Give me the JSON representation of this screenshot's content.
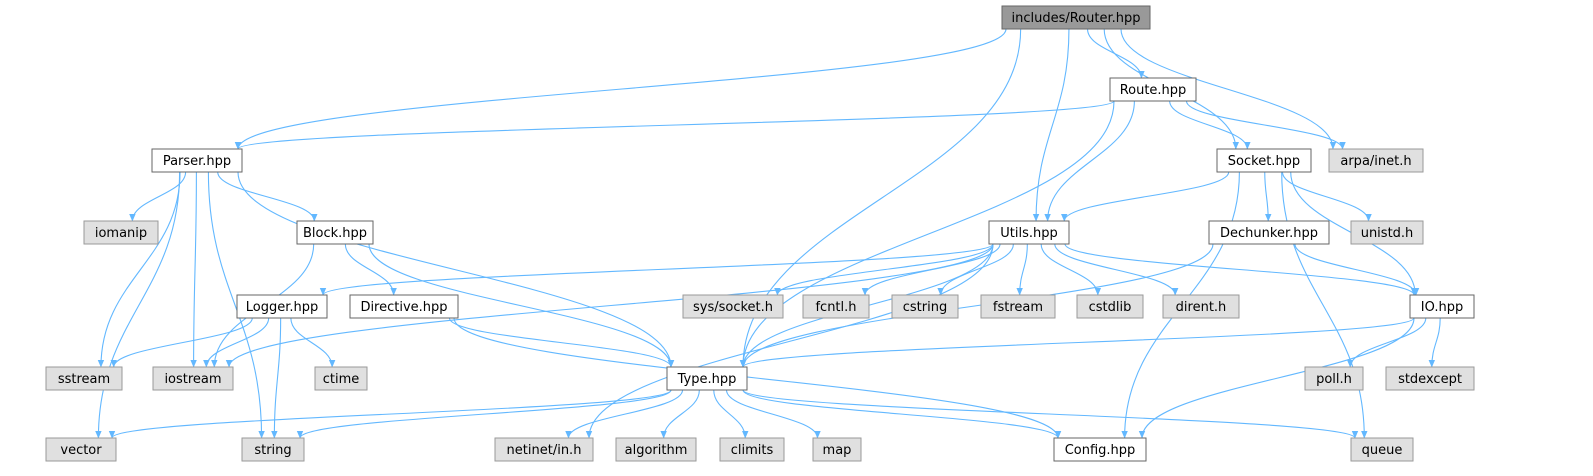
{
  "colors": {
    "root_fill": "#999999",
    "root_stroke": "#666666",
    "local_fill": "#ffffff",
    "local_stroke": "#666666",
    "system_fill": "#e0e0e0",
    "system_stroke": "#999999",
    "edge": "#63b8ff"
  },
  "nodes": [
    {
      "id": "router",
      "label": "includes/Router.hpp",
      "kind": "root"
    },
    {
      "id": "route",
      "label": "Route.hpp",
      "kind": "local"
    },
    {
      "id": "parser",
      "label": "Parser.hpp",
      "kind": "local"
    },
    {
      "id": "socket",
      "label": "Socket.hpp",
      "kind": "local"
    },
    {
      "id": "arpa",
      "label": "arpa/inet.h",
      "kind": "system"
    },
    {
      "id": "iomanip",
      "label": "iomanip",
      "kind": "system"
    },
    {
      "id": "block",
      "label": "Block.hpp",
      "kind": "local"
    },
    {
      "id": "utils",
      "label": "Utils.hpp",
      "kind": "local"
    },
    {
      "id": "dechunker",
      "label": "Dechunker.hpp",
      "kind": "local"
    },
    {
      "id": "unistd",
      "label": "unistd.h",
      "kind": "system"
    },
    {
      "id": "logger",
      "label": "Logger.hpp",
      "kind": "local"
    },
    {
      "id": "directive",
      "label": "Directive.hpp",
      "kind": "local"
    },
    {
      "id": "syssocket",
      "label": "sys/socket.h",
      "kind": "system"
    },
    {
      "id": "fcntl",
      "label": "fcntl.h",
      "kind": "system"
    },
    {
      "id": "cstring",
      "label": "cstring",
      "kind": "system"
    },
    {
      "id": "fstream",
      "label": "fstream",
      "kind": "system"
    },
    {
      "id": "cstdlib",
      "label": "cstdlib",
      "kind": "system"
    },
    {
      "id": "dirent",
      "label": "dirent.h",
      "kind": "system"
    },
    {
      "id": "io",
      "label": "IO.hpp",
      "kind": "local"
    },
    {
      "id": "sstream",
      "label": "sstream",
      "kind": "system"
    },
    {
      "id": "iostream",
      "label": "iostream",
      "kind": "system"
    },
    {
      "id": "ctime",
      "label": "ctime",
      "kind": "system"
    },
    {
      "id": "type",
      "label": "Type.hpp",
      "kind": "local"
    },
    {
      "id": "poll",
      "label": "poll.h",
      "kind": "system"
    },
    {
      "id": "stdexcept",
      "label": "stdexcept",
      "kind": "system"
    },
    {
      "id": "vector",
      "label": "vector",
      "kind": "system"
    },
    {
      "id": "string",
      "label": "string",
      "kind": "system"
    },
    {
      "id": "netinet",
      "label": "netinet/in.h",
      "kind": "system"
    },
    {
      "id": "algorithm",
      "label": "algorithm",
      "kind": "system"
    },
    {
      "id": "climits",
      "label": "climits",
      "kind": "system"
    },
    {
      "id": "map",
      "label": "map",
      "kind": "system"
    },
    {
      "id": "config",
      "label": "Config.hpp",
      "kind": "local"
    },
    {
      "id": "queue",
      "label": "queue",
      "kind": "system"
    }
  ],
  "edges": [
    {
      "from": "router",
      "to": "route"
    },
    {
      "from": "router",
      "to": "parser"
    },
    {
      "from": "router",
      "to": "socket"
    },
    {
      "from": "router",
      "to": "arpa"
    },
    {
      "from": "router",
      "to": "utils"
    },
    {
      "from": "router",
      "to": "type"
    },
    {
      "from": "route",
      "to": "parser"
    },
    {
      "from": "route",
      "to": "socket"
    },
    {
      "from": "route",
      "to": "arpa"
    },
    {
      "from": "route",
      "to": "utils"
    },
    {
      "from": "route",
      "to": "type"
    },
    {
      "from": "parser",
      "to": "iomanip"
    },
    {
      "from": "parser",
      "to": "block"
    },
    {
      "from": "parser",
      "to": "type"
    },
    {
      "from": "parser",
      "to": "sstream"
    },
    {
      "from": "parser",
      "to": "iostream"
    },
    {
      "from": "parser",
      "to": "vector"
    },
    {
      "from": "parser",
      "to": "string"
    },
    {
      "from": "socket",
      "to": "utils"
    },
    {
      "from": "socket",
      "to": "dechunker"
    },
    {
      "from": "socket",
      "to": "unistd"
    },
    {
      "from": "socket",
      "to": "io"
    },
    {
      "from": "socket",
      "to": "config"
    },
    {
      "from": "socket",
      "to": "queue"
    },
    {
      "from": "block",
      "to": "directive"
    },
    {
      "from": "block",
      "to": "iostream"
    },
    {
      "from": "block",
      "to": "type"
    },
    {
      "from": "utils",
      "to": "logger"
    },
    {
      "from": "utils",
      "to": "iostream"
    },
    {
      "from": "utils",
      "to": "syssocket"
    },
    {
      "from": "utils",
      "to": "fcntl"
    },
    {
      "from": "utils",
      "to": "cstring"
    },
    {
      "from": "utils",
      "to": "fstream"
    },
    {
      "from": "utils",
      "to": "cstdlib"
    },
    {
      "from": "utils",
      "to": "dirent"
    },
    {
      "from": "utils",
      "to": "io"
    },
    {
      "from": "utils",
      "to": "type"
    },
    {
      "from": "utils",
      "to": "netinet"
    },
    {
      "from": "dechunker",
      "to": "io"
    },
    {
      "from": "dechunker",
      "to": "type"
    },
    {
      "from": "logger",
      "to": "sstream"
    },
    {
      "from": "logger",
      "to": "iostream"
    },
    {
      "from": "logger",
      "to": "ctime"
    },
    {
      "from": "logger",
      "to": "string"
    },
    {
      "from": "directive",
      "to": "type"
    },
    {
      "from": "directive",
      "to": "config"
    },
    {
      "from": "io",
      "to": "type"
    },
    {
      "from": "io",
      "to": "poll"
    },
    {
      "from": "io",
      "to": "stdexcept"
    },
    {
      "from": "io",
      "to": "config"
    },
    {
      "from": "type",
      "to": "vector"
    },
    {
      "from": "type",
      "to": "string"
    },
    {
      "from": "type",
      "to": "netinet"
    },
    {
      "from": "type",
      "to": "algorithm"
    },
    {
      "from": "type",
      "to": "climits"
    },
    {
      "from": "type",
      "to": "map"
    },
    {
      "from": "type",
      "to": "config"
    },
    {
      "from": "type",
      "to": "queue"
    }
  ]
}
